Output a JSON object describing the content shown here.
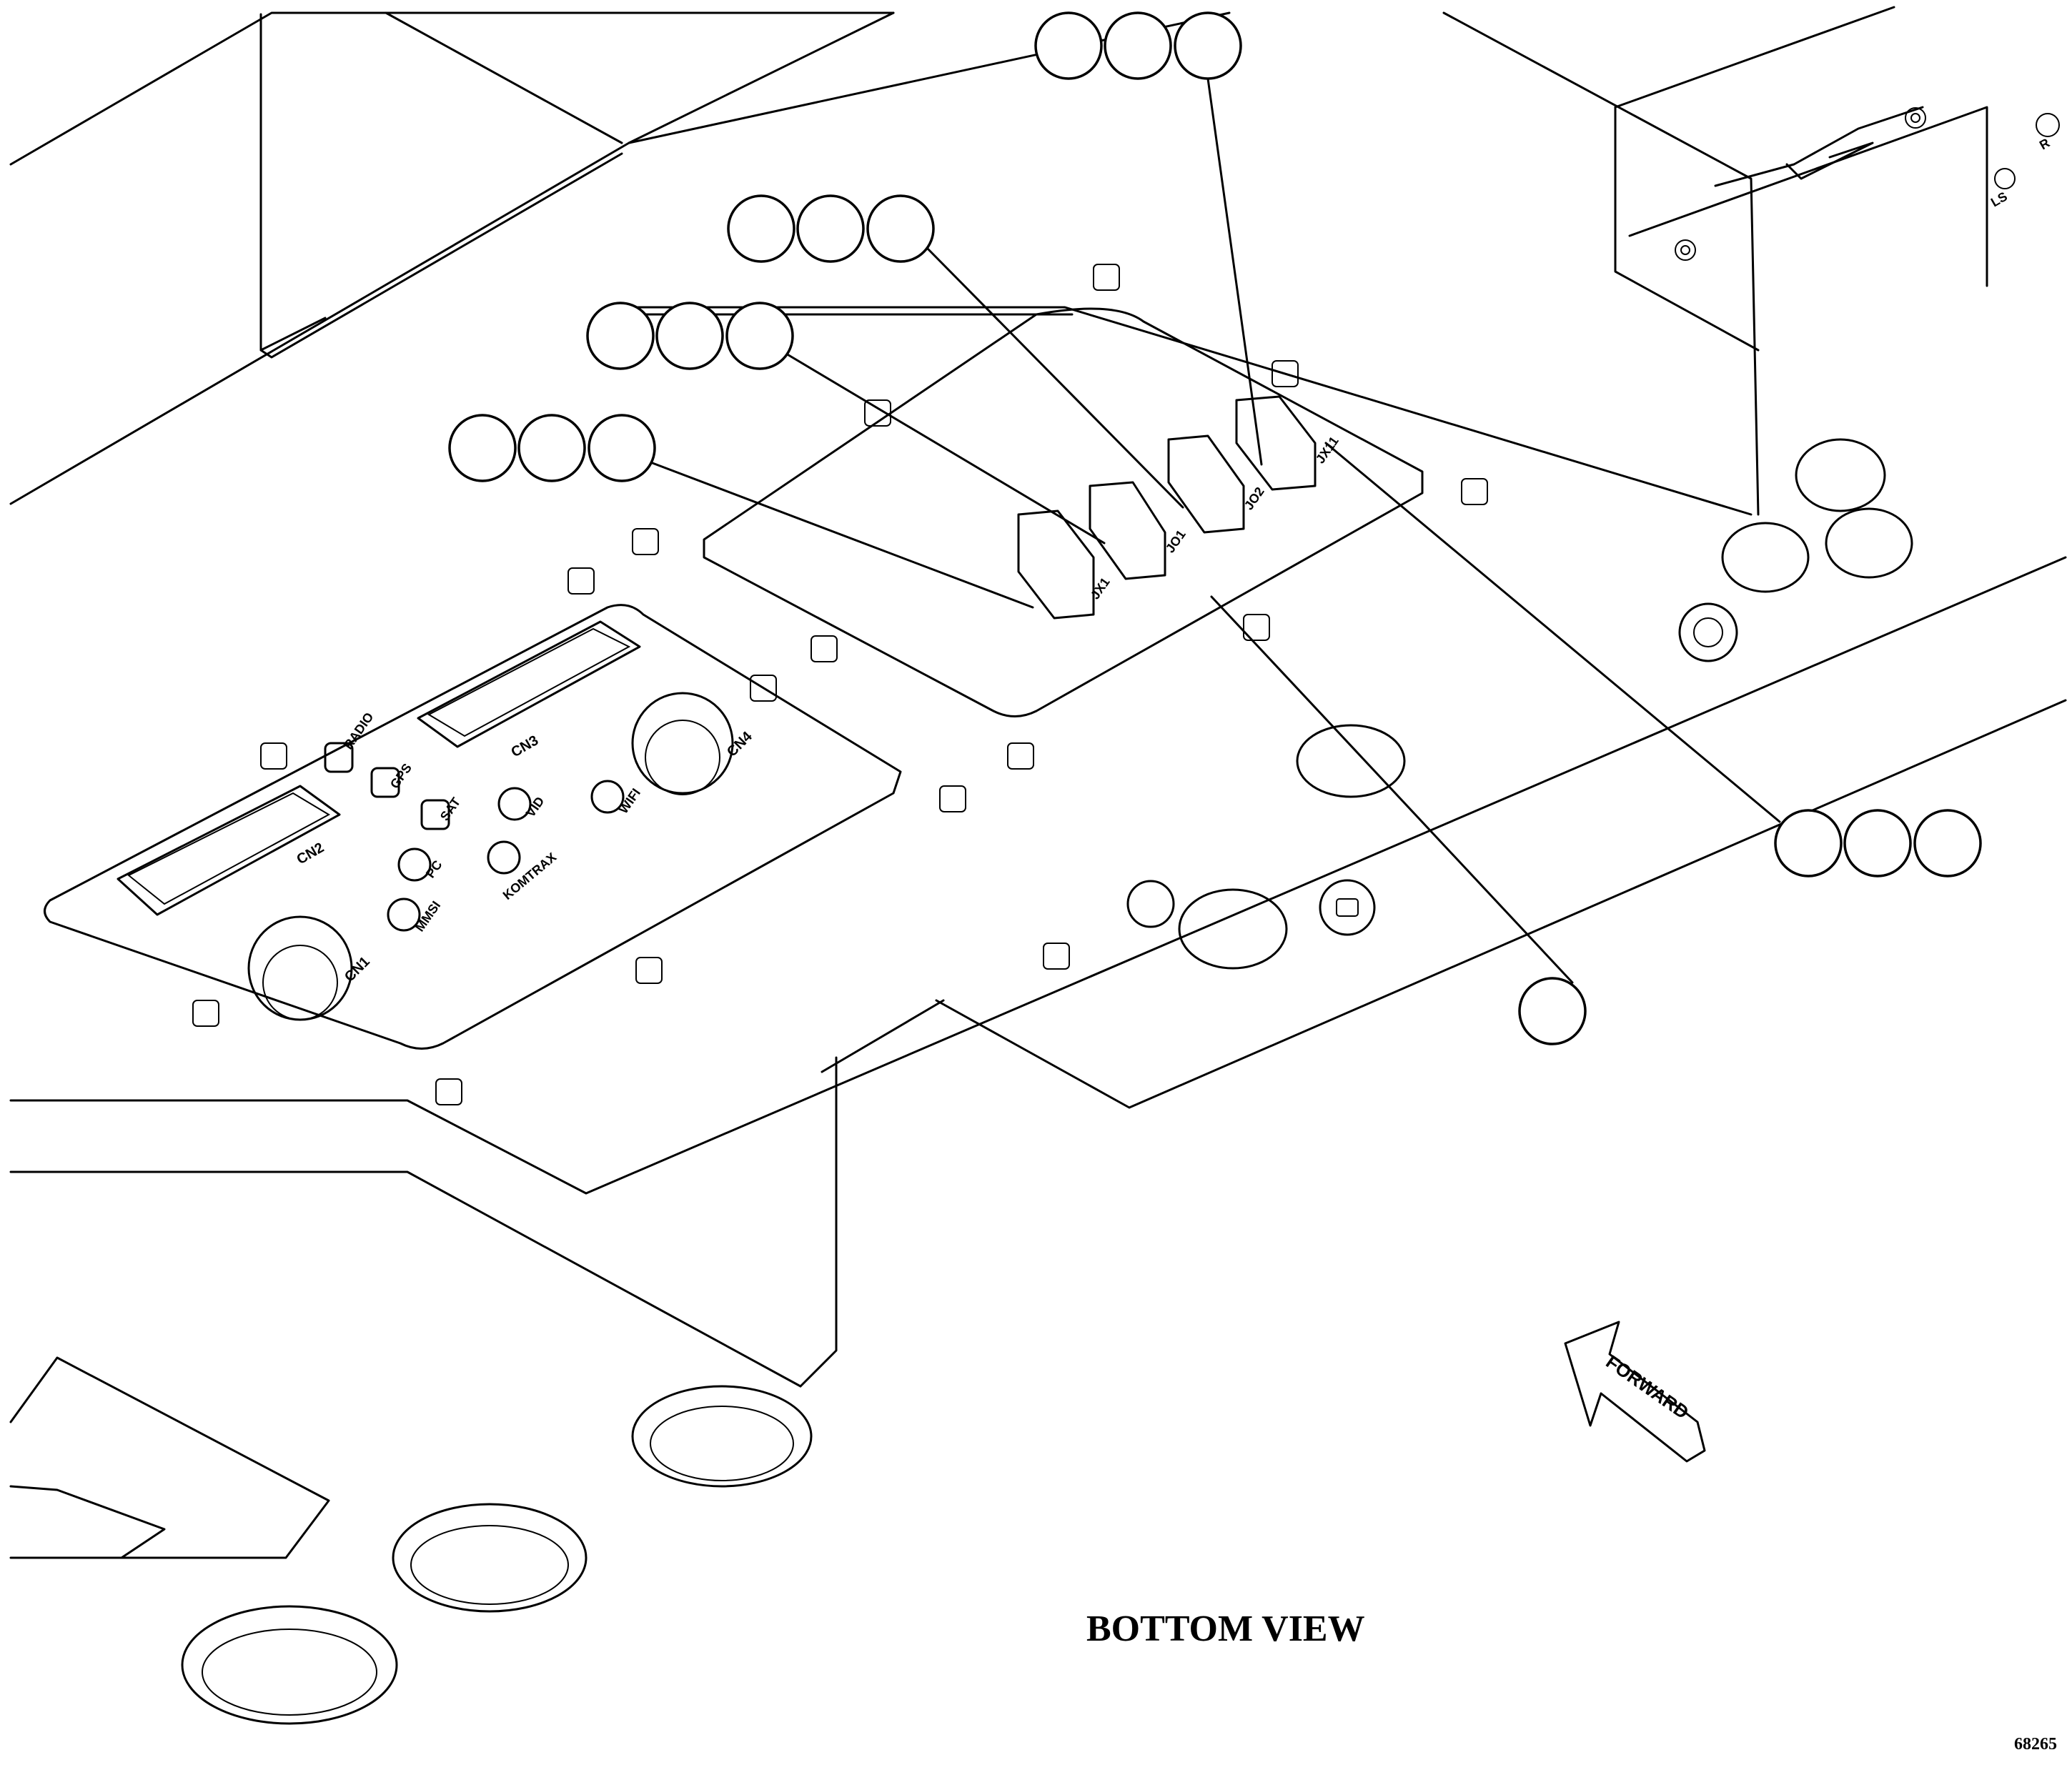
{
  "view_title": "BOTTOM VIEW",
  "figure_number": "68265",
  "direction_label": "FORWARD",
  "panel_labels": [
    "RADIO",
    "GPS",
    "SAT",
    "VID",
    "WIFI",
    "CN2",
    "CN3",
    "CN4",
    "CN1",
    "PC",
    "KOMTRAX",
    "MMSI"
  ],
  "connector_labels": [
    "JX1",
    "JO1",
    "JO2",
    "JX11"
  ],
  "indicator_labels": [
    "R",
    "LS"
  ]
}
